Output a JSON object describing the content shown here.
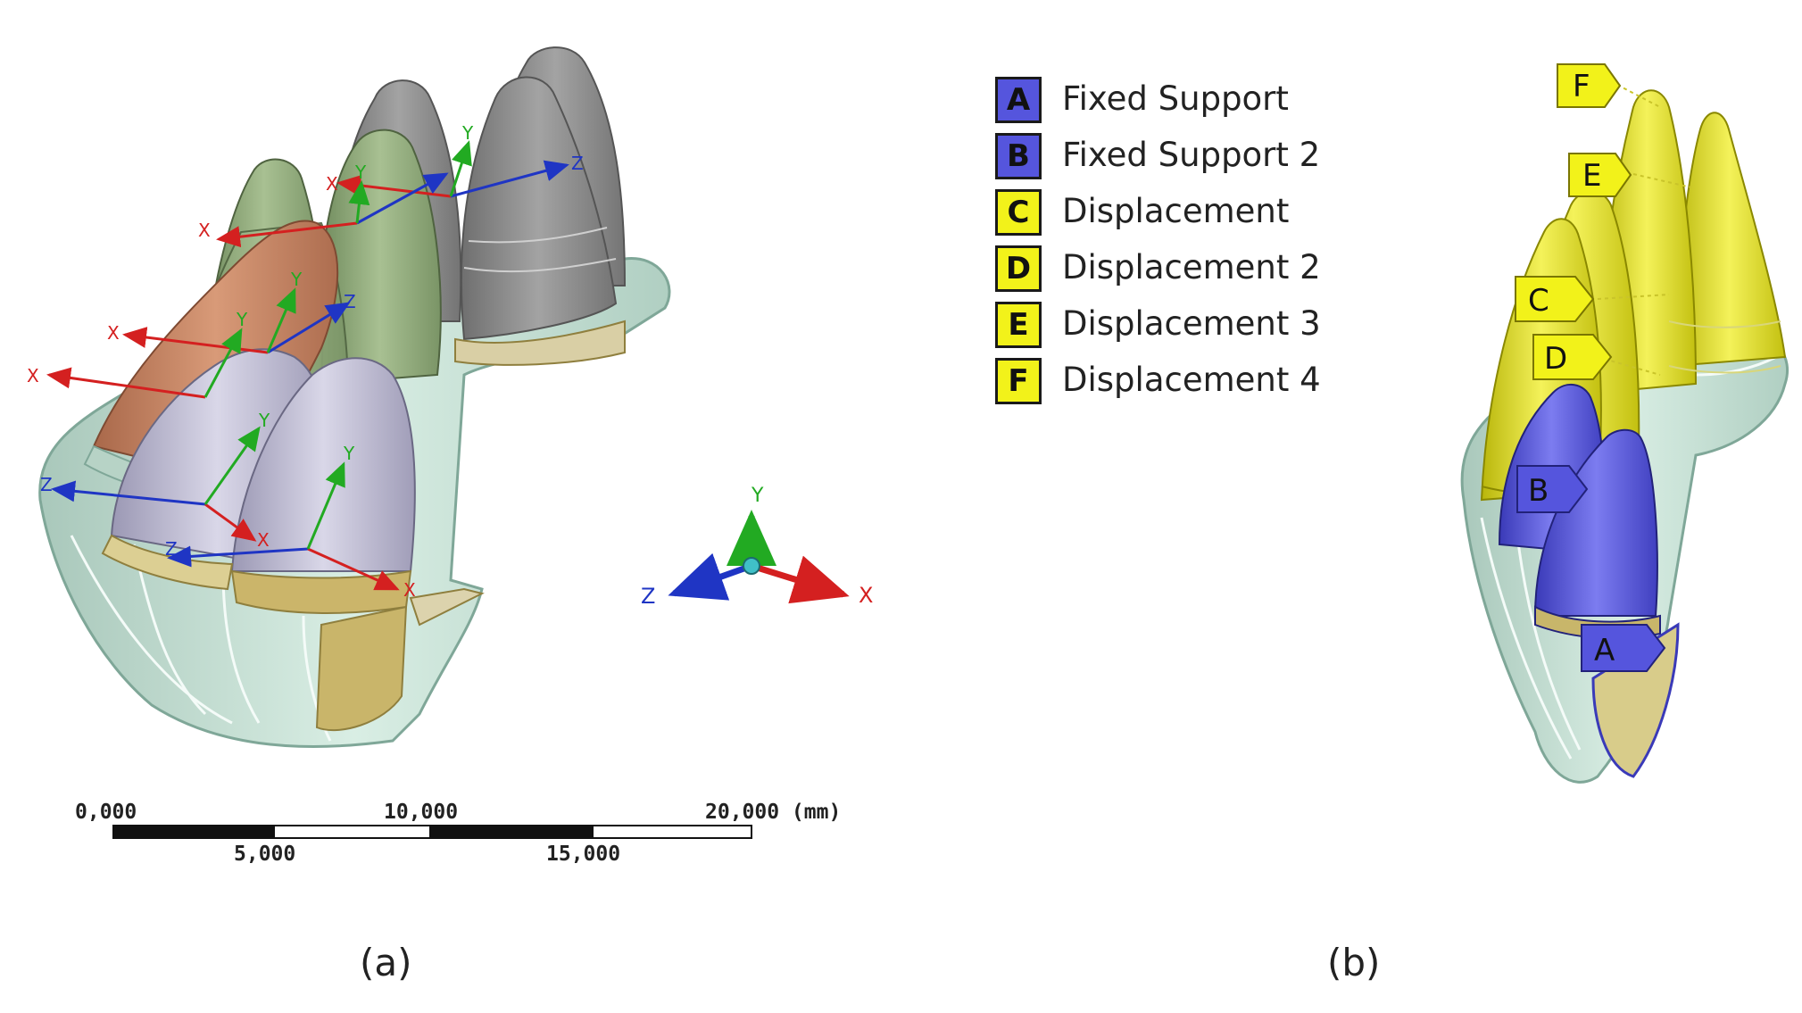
{
  "legend": [
    {
      "letter": "A",
      "label": "Fixed Support",
      "color": "#5555dd"
    },
    {
      "letter": "B",
      "label": "Fixed Support 2",
      "color": "#5555dd"
    },
    {
      "letter": "C",
      "label": "Displacement",
      "color": "#f2f21a"
    },
    {
      "letter": "D",
      "label": "Displacement 2",
      "color": "#f2f21a"
    },
    {
      "letter": "E",
      "label": "Displacement 3",
      "color": "#f2f21a"
    },
    {
      "letter": "F",
      "label": "Displacement 4",
      "color": "#f2f21a"
    }
  ],
  "scale_bar": {
    "top_labels": [
      "0,000",
      "10,000",
      "20,000 (mm)"
    ],
    "bottom_labels": [
      "5,000",
      "15,000"
    ]
  },
  "triad": {
    "x": "X",
    "y": "Y",
    "z": "Z"
  },
  "local_axes": {
    "x": "X",
    "y": "Y",
    "z": "Z"
  },
  "captions": {
    "a": "(a)",
    "b": "(b)"
  },
  "colors": {
    "support_blue": "#5555dd",
    "displacement_yellow": "#f2f21a",
    "gum": "#cfe6dc",
    "gray_tooth": "#8a8a8a",
    "green_tooth": "#8fa67a",
    "copper_tooth": "#c2805e",
    "lilac_tooth": "#b9b6cc",
    "axis_x": "#d42020",
    "axis_y": "#22aa22",
    "axis_z": "#1f35c4"
  }
}
